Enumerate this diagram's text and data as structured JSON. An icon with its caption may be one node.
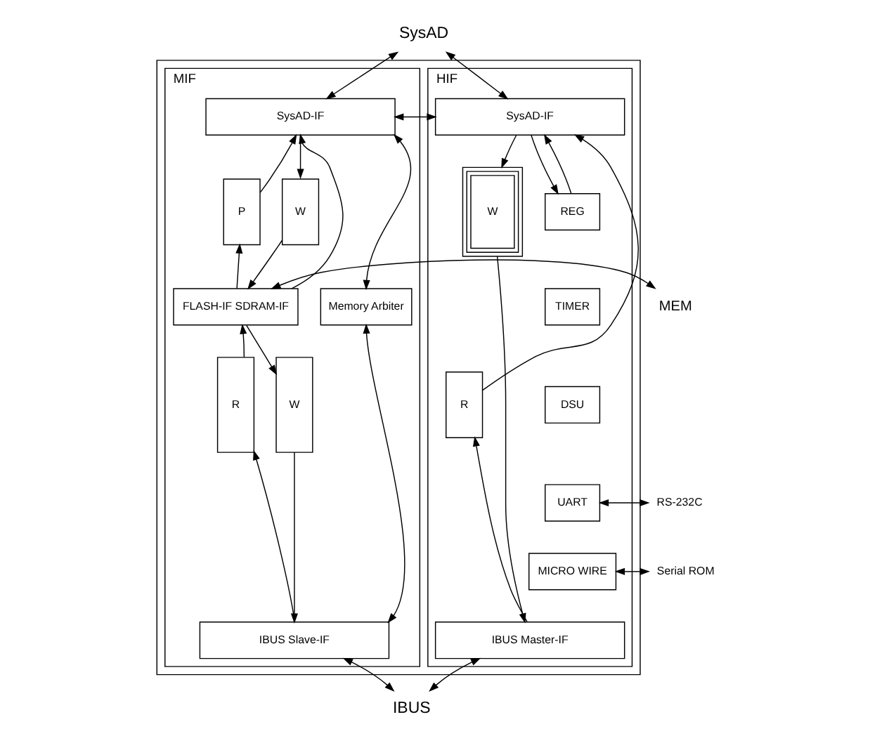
{
  "diagram": {
    "nodes": [
      {
        "text": [
          "SysAD"
        ]
      },
      {
        "text": [],
        "shape": "box"
      },
      {
        "text": [
          "MIF"
        ],
        "in": 1
      },
      {
        "text": [
          "SysAD-IF"
        ],
        "in": 2
      },
      {
        "text": [
          "P"
        ],
        "in": 2
      },
      {
        "text": [
          "W"
        ],
        "in": 2
      },
      {
        "text": [
          "FLASH-IF SDRAM-IF"
        ],
        "in": 2
      },
      {
        "text": [
          "Memory Arbiter"
        ],
        "in": 2
      },
      {
        "text": [
          "R"
        ],
        "in": 2
      },
      {
        "text": [
          "W"
        ],
        "in": 2
      },
      {
        "text": [
          "IBUS Slave-IF"
        ],
        "in": 2
      },
      {
        "text": [
          "HIF"
        ],
        "in": 1
      },
      {
        "text": [
          "SysAD-IF"
        ],
        "in": 11
      },
      {
        "text": [
          "W"
        ],
        "in": 11
      },
      {
        "text": [
          "R"
        ],
        "in": 11
      },
      {
        "text": [
          "REG"
        ],
        "in": 11
      },
      {
        "text": [
          "TIMER"
        ],
        "in": 11
      },
      {
        "text": [
          "DSU"
        ],
        "in": 11
      },
      {
        "text": [
          "UART"
        ],
        "in": 11
      },
      {
        "text": [
          "MICRO WIRE"
        ],
        "in": 11
      },
      {
        "text": [
          "IBUS Master-IF"
        ],
        "in": 11
      },
      {
        "text": [
          "MEM"
        ]
      },
      {
        "text": [
          "RS-232C"
        ]
      },
      {
        "text": [
          "Serial ROM"
        ]
      },
      {
        "text": [
          "IBUS"
        ]
      }
    ],
    "edges": [
      {
        "from": 0,
        "to": 3,
        "arrow": "both"
      },
      {
        "from": 0,
        "to": 12,
        "arrow": "both"
      },
      {
        "from": 3,
        "to": 12,
        "arrow": "both"
      },
      {
        "from": 3,
        "to": 5,
        "arrow": "to"
      },
      {
        "from": 5,
        "to": 6,
        "arrow": "to"
      },
      {
        "from": 6,
        "to": 4,
        "arrow": "to"
      },
      {
        "from": 4,
        "to": 3,
        "arrow": "to"
      },
      {
        "from": 6,
        "to": 3,
        "arrow": "to"
      },
      {
        "from": 3,
        "to": 7,
        "arrow": "both"
      },
      {
        "from": 7,
        "to": 10,
        "arrow": "both"
      },
      {
        "from": 10,
        "to": 8,
        "arrow": "to"
      },
      {
        "from": 8,
        "to": 6,
        "arrow": "to"
      },
      {
        "from": 6,
        "to": 9,
        "arrow": "to"
      },
      {
        "from": 9,
        "to": 10,
        "arrow": "to"
      },
      {
        "from": 21,
        "to": 6,
        "arrow": "both"
      },
      {
        "from": 12,
        "to": 13,
        "arrow": "to"
      },
      {
        "from": 12,
        "to": 15,
        "arrow": "to"
      },
      {
        "from": 13,
        "to": 20,
        "arrow": "to"
      },
      {
        "from": 20,
        "to": 14,
        "arrow": "to"
      },
      {
        "from": 14,
        "to": 12,
        "arrow": "to"
      },
      {
        "from": 15,
        "to": 12,
        "arrow": "to"
      },
      {
        "from": 18,
        "to": 22,
        "arrow": "both"
      },
      {
        "from": 19,
        "to": 23,
        "arrow": "both"
      },
      {
        "from": 10,
        "to": 24,
        "arrow": "both"
      },
      {
        "from": 20,
        "to": 24,
        "arrow": "both"
      }
    ]
  }
}
